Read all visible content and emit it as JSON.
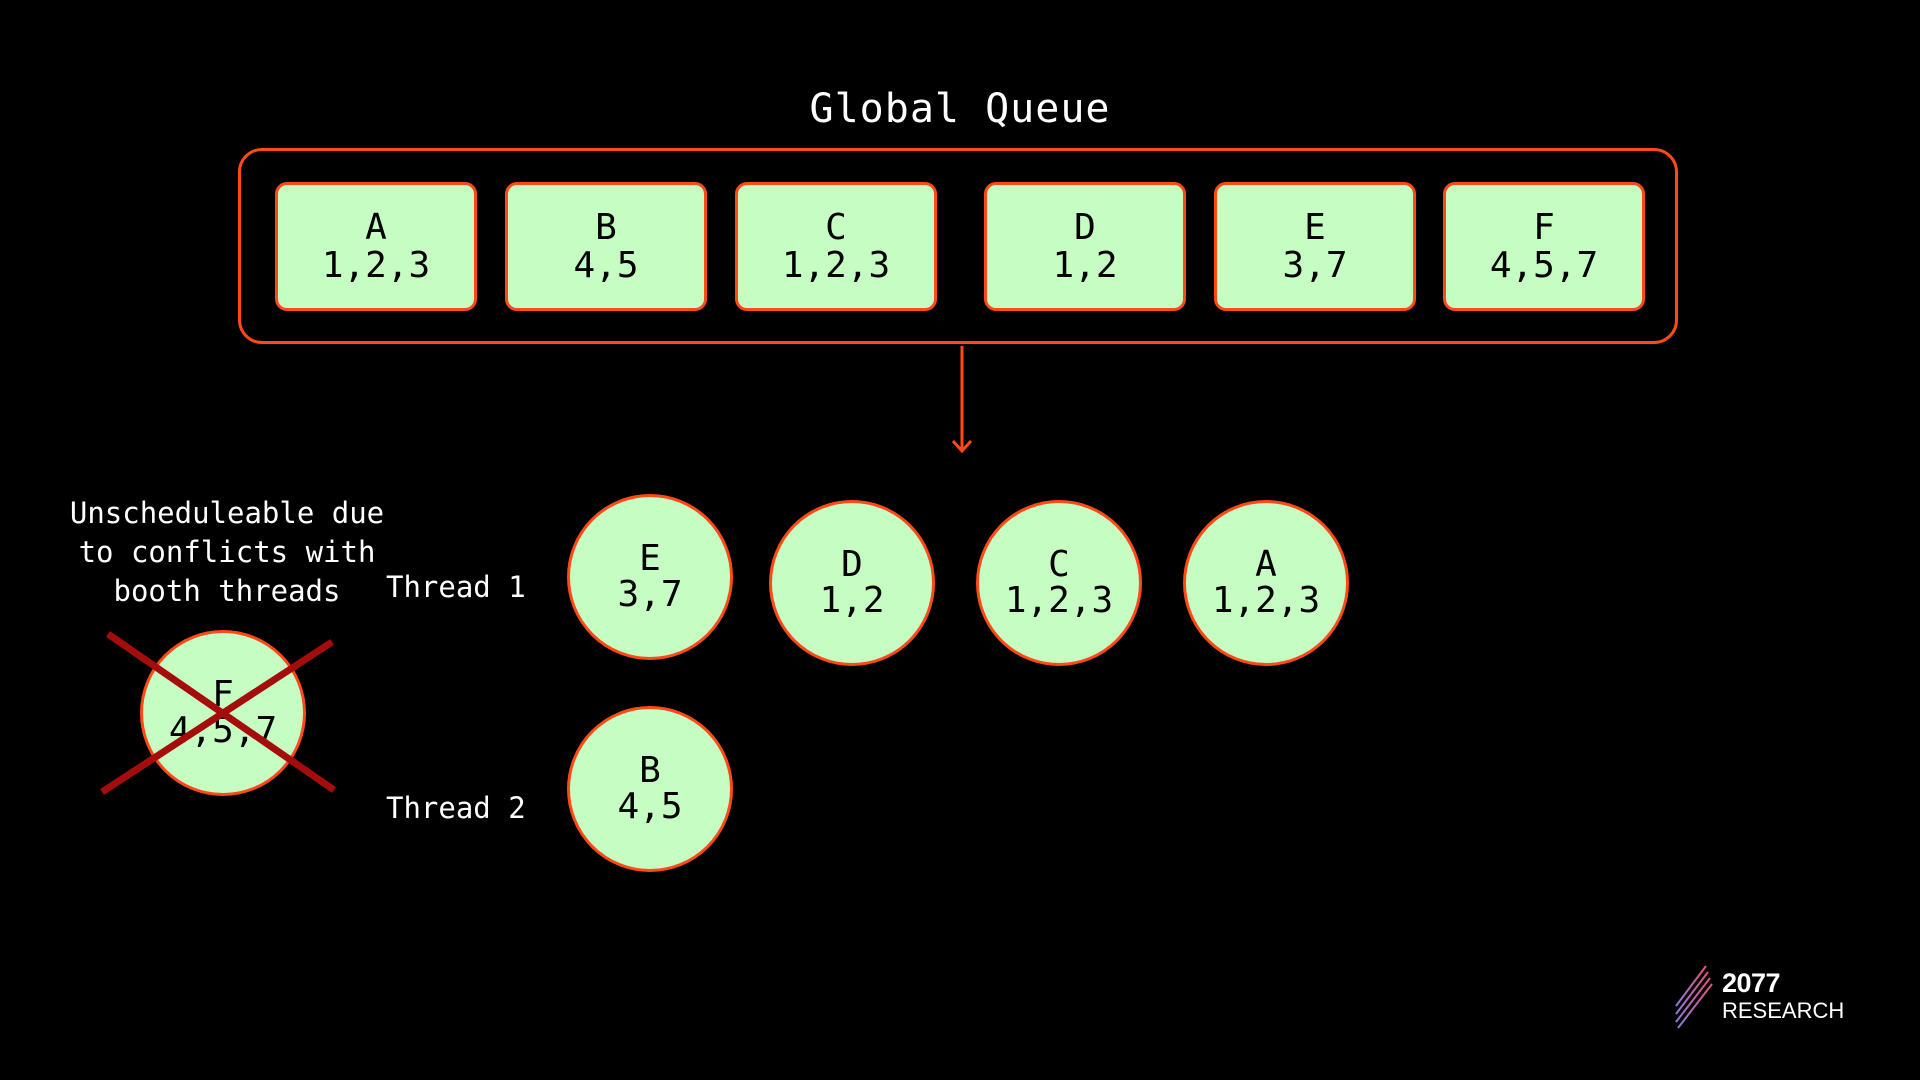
{
  "title": "Global Queue",
  "queue": [
    {
      "name": "A",
      "values": "1,2,3"
    },
    {
      "name": "B",
      "values": "4,5"
    },
    {
      "name": "C",
      "values": "1,2,3"
    },
    {
      "name": "D",
      "values": "1,2"
    },
    {
      "name": "E",
      "values": "3,7"
    },
    {
      "name": "F",
      "values": "4,5,7"
    }
  ],
  "threads": [
    {
      "label": "Thread 1",
      "nodes": [
        {
          "name": "E",
          "values": "3,7"
        },
        {
          "name": "D",
          "values": "1,2"
        },
        {
          "name": "C",
          "values": "1,2,3"
        },
        {
          "name": "A",
          "values": "1,2,3"
        }
      ]
    },
    {
      "label": "Thread 2",
      "nodes": [
        {
          "name": "B",
          "values": "4,5"
        }
      ]
    }
  ],
  "unschedulable": {
    "note": [
      "Unscheduleable due",
      "to conflicts with",
      "booth threads"
    ],
    "node": {
      "name": "F",
      "values": "4,5,7"
    }
  },
  "logo": {
    "number": "2077",
    "word": "RESEARCH"
  },
  "colors": {
    "background": "#000000",
    "accent": "#ff4a17",
    "fill": "#c6fdc3",
    "cross": "#a50d0d",
    "text": "#ffffff"
  }
}
